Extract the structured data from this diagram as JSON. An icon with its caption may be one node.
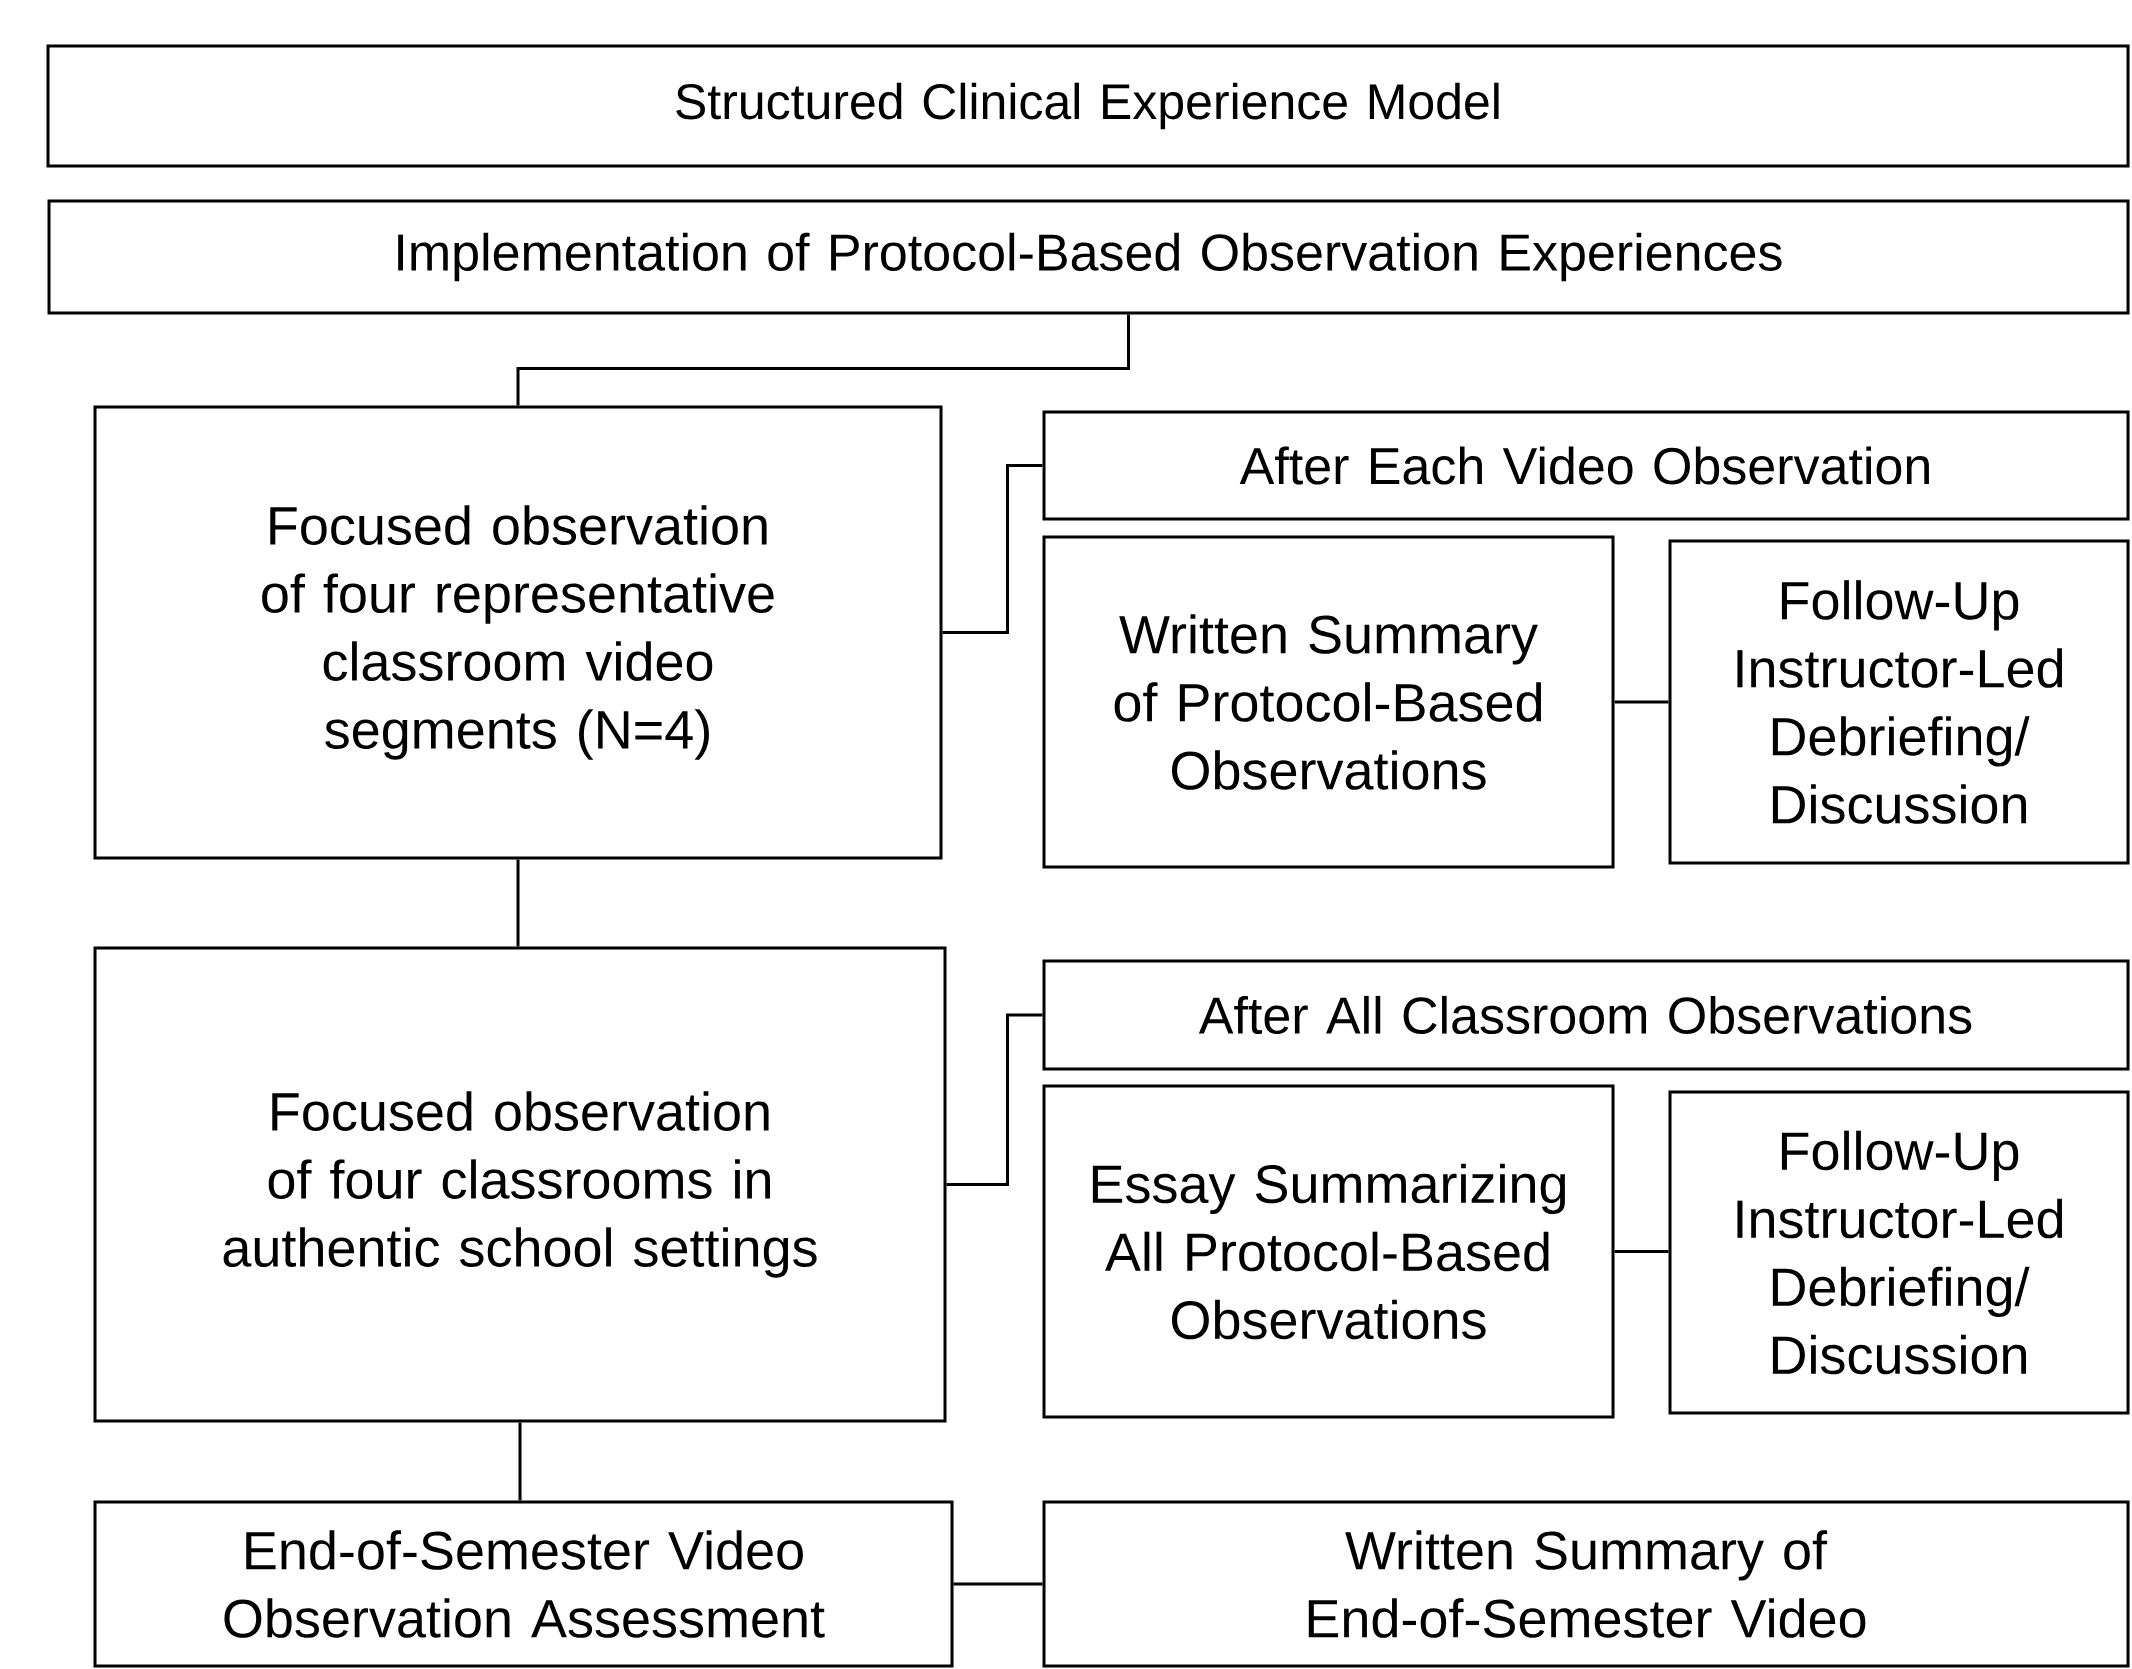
{
  "diagram": {
    "nodes": [
      {
        "text": [
          "Structured Clinical Experience Model"
        ]
      },
      {
        "text": [
          "Implementation of Protocol-Based Observation Experiences"
        ]
      },
      {
        "text": [
          "Focused observation of four representative classroom video segments (N=4)"
        ]
      },
      {
        "text": [
          "After Each Video Observation"
        ]
      },
      {
        "text": [
          "Written Summary of Protocol-Based Observations"
        ]
      },
      {
        "text": [
          "Follow-Up Instructor-Led Debriefing/ Discussion"
        ]
      },
      {
        "text": [
          "Focused observation of four classrooms in authentic school settings"
        ]
      },
      {
        "text": [
          "After All Classroom Observations"
        ]
      },
      {
        "text": [
          "Essay Summarizing All Protocol-Based Observations"
        ]
      },
      {
        "text": [
          "Follow-Up Instructor-Led Debriefing/ Discussion"
        ]
      },
      {
        "text": [
          "End-of-Semester Video Observation Assessment"
        ]
      },
      {
        "text": [
          "Written Summary of End-of-Semester Video"
        ]
      }
    ],
    "edges": [
      {
        "from": 1,
        "to": 2,
        "arrow": "none"
      },
      {
        "from": 2,
        "to": 3,
        "arrow": "none"
      },
      {
        "from": 4,
        "to": 5,
        "arrow": "none"
      },
      {
        "from": 2,
        "to": 6,
        "arrow": "none"
      },
      {
        "from": 6,
        "to": 7,
        "arrow": "none"
      },
      {
        "from": 8,
        "to": 9,
        "arrow": "none"
      },
      {
        "from": 6,
        "to": 10,
        "arrow": "none"
      },
      {
        "from": 10,
        "to": 11,
        "arrow": "none"
      }
    ]
  }
}
